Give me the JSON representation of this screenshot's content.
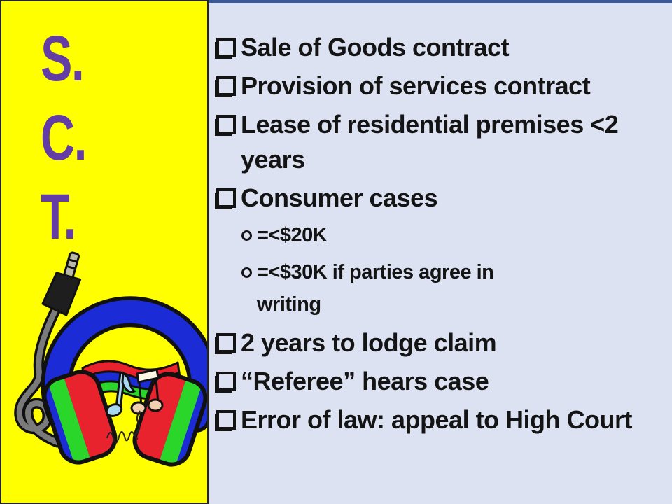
{
  "slide": {
    "title_abbrev": {
      "lines": [
        "S.",
        "C.",
        "T."
      ]
    },
    "bullets": {
      "items": [
        {
          "level": 1,
          "bullet": "square",
          "text": "Sale of Goods contract"
        },
        {
          "level": 1,
          "bullet": "square",
          "text": "Provision of services contract"
        },
        {
          "level": 1,
          "bullet": "square",
          "text": "Lease of residential premises <2 years"
        },
        {
          "level": 1,
          "bullet": "square",
          "text": "Consumer cases"
        },
        {
          "level": 2,
          "bullet": "circle",
          "text": "=<$20K"
        },
        {
          "level": 2,
          "bullet": "circle",
          "text": "=<$30K if parties agree in writing"
        },
        {
          "level": 1,
          "bullet": "square",
          "text": "2 years to lodge claim"
        },
        {
          "level": 1,
          "bullet": "square",
          "text": "“Referee” hears case"
        },
        {
          "level": 1,
          "bullet": "square",
          "text": "Error of law: appeal to High Court"
        }
      ]
    },
    "clipart": {
      "name": "headphones-with-music-notes"
    },
    "colors": {
      "slide_background": "#DCE2F2",
      "top_strip": "#3D5A96",
      "panel_background": "#FFFF00",
      "panel_border": "#26261A",
      "title_text": "#633CA5",
      "body_text": "#141414",
      "headphone_blue": "#1B2BD6",
      "headphone_red": "#E8232E",
      "headphone_green": "#2AD62A"
    }
  }
}
